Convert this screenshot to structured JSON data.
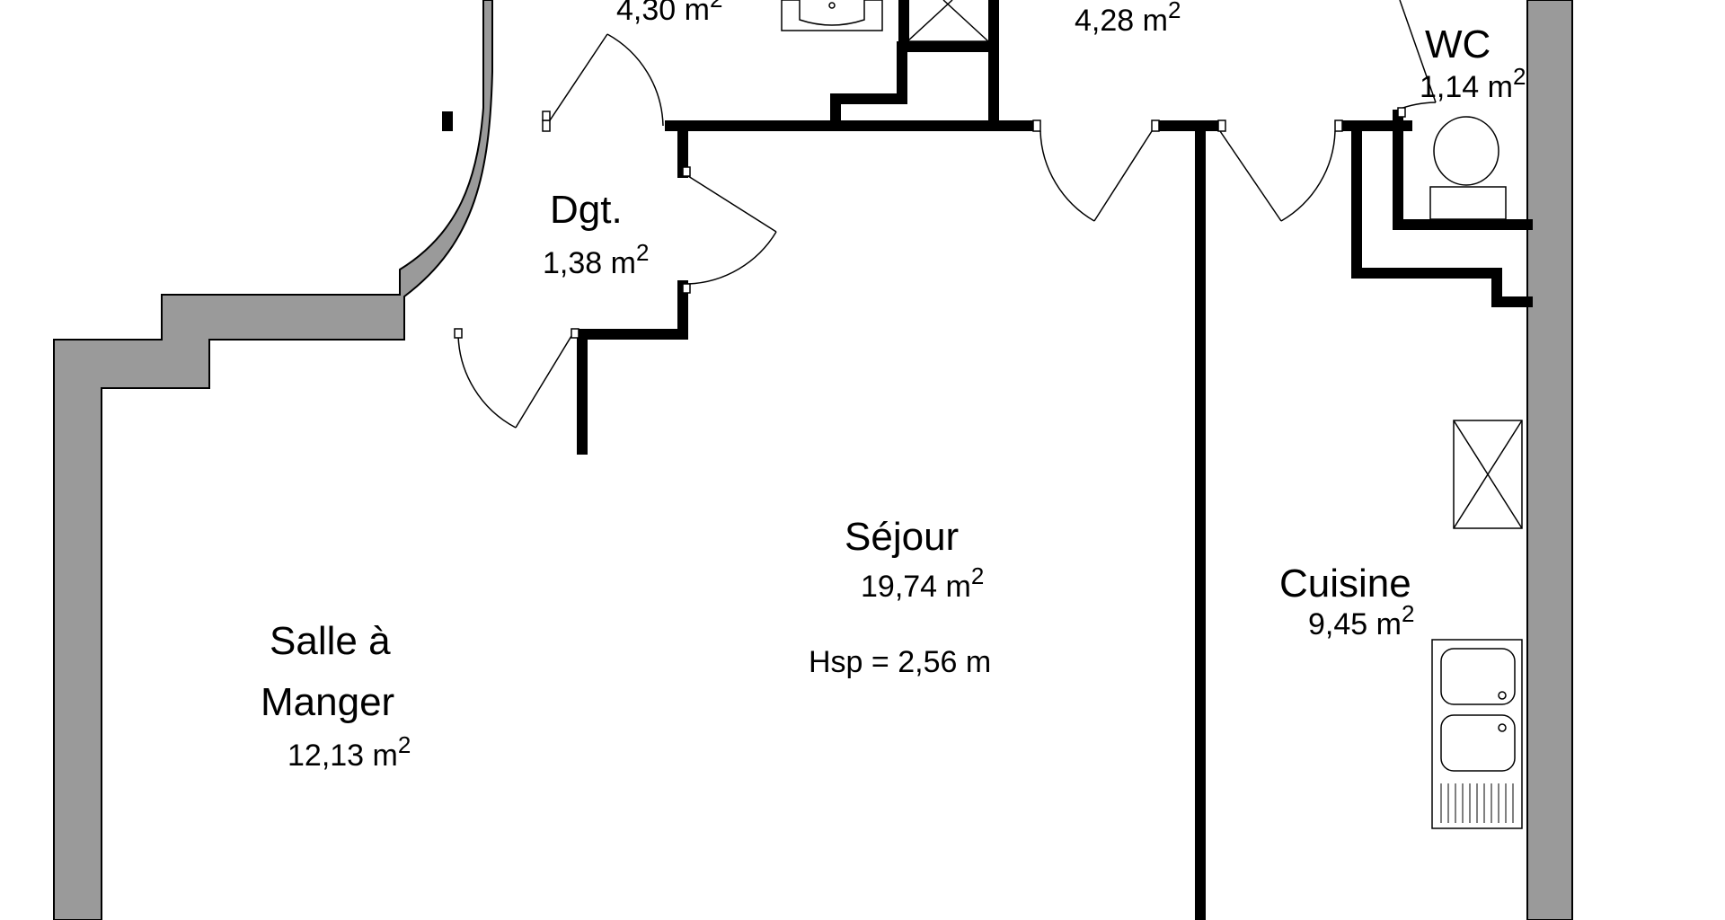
{
  "plan": {
    "colors": {
      "background": "#ffffff",
      "wall_fill": "#9a9a9a",
      "wall_outline": "#000000",
      "partition": "#000000",
      "fixture_line": "#000000"
    },
    "area_unit": "m",
    "area_exponent": "2",
    "ceiling_height_note": "Hsp = 2,56 m",
    "rooms": [
      {
        "name": "",
        "area": "4,30"
      },
      {
        "name": "",
        "area": "4,28"
      },
      {
        "name": "WC",
        "area": "1,14"
      },
      {
        "name": "Dgt.",
        "area": "1,38"
      },
      {
        "name": "Séjour",
        "area": "19,74"
      },
      {
        "name": "Cuisine",
        "area": "9,45"
      },
      {
        "name_line1": "Salle à",
        "name_line2": "Manger",
        "area": "12,13"
      }
    ],
    "fixtures": [
      "washbasin-icon",
      "shower-icon",
      "toilet-icon",
      "stove-icon",
      "double-sink-icon"
    ]
  }
}
